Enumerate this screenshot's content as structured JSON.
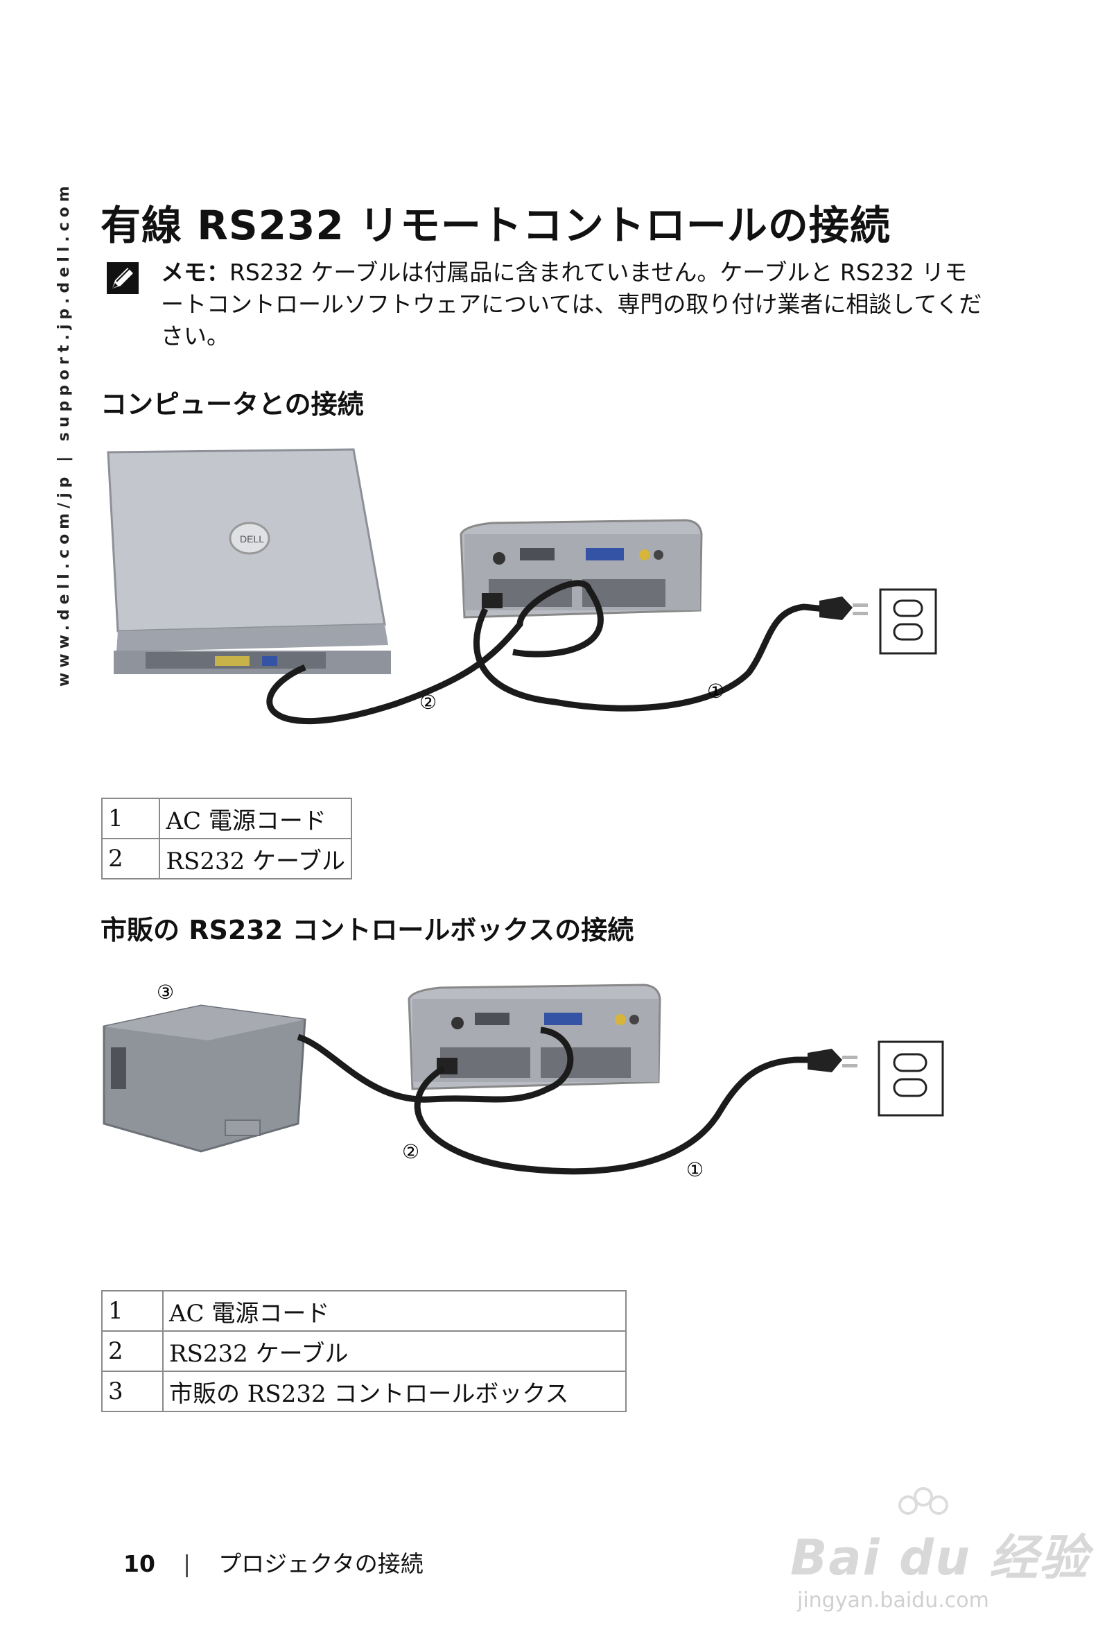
{
  "side_url": "www.dell.com/jp | support.jp.dell.com",
  "title": "有線 RS232 リモートコントロールの接続",
  "note": {
    "label": "メモ：",
    "text": "RS232 ケーブルは付属品に含まれていません。ケーブルと RS232 リモートコントロールソフトウェアについては、専門の取り付け業者に相談してください。"
  },
  "section1": {
    "heading": "コンピュータとの接続",
    "callouts": [
      "②",
      "①"
    ],
    "legend": [
      {
        "num": "1",
        "label": "AC 電源コード"
      },
      {
        "num": "2",
        "label": "RS232 ケーブル"
      }
    ]
  },
  "section2": {
    "heading": "市販の RS232 コントロールボックスの接続",
    "callouts": [
      "③",
      "②",
      "①"
    ],
    "legend": [
      {
        "num": "1",
        "label": "AC 電源コード"
      },
      {
        "num": "2",
        "label": "RS232 ケーブル"
      },
      {
        "num": "3",
        "label": "市販の RS232 コントロールボックス"
      }
    ]
  },
  "footer": {
    "page_number": "10",
    "separator": "|",
    "chapter": "プロジェクタの接続"
  },
  "watermark": {
    "logo": "Bai du 经验",
    "url": "jingyan.baidu.com"
  }
}
